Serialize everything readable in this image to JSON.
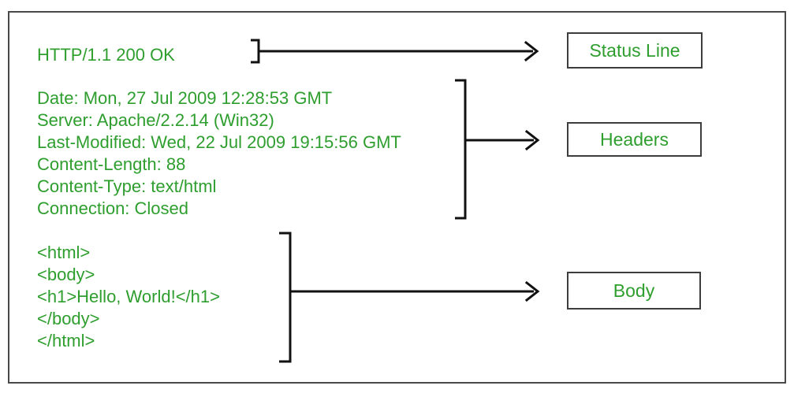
{
  "response": {
    "status_line": "HTTP/1.1 200 OK",
    "headers": [
      "Date: Mon, 27 Jul 2009 12:28:53 GMT",
      "Server: Apache/2.2.14 (Win32)",
      "Last-Modified: Wed, 22 Jul 2009 19:15:56 GMT",
      "Content-Length: 88",
      "Content-Type: text/html",
      "Connection: Closed"
    ],
    "body": [
      "<html>",
      "<body>",
      "<h1>Hello, World!</h1>",
      "</body>",
      "</html>"
    ]
  },
  "labels": {
    "status_line": "Status Line",
    "headers": "Headers",
    "body": "Body"
  },
  "colors": {
    "text_green": "#2e9e2e",
    "connector_black": "#111111",
    "box_border": "#3d3d3d",
    "frame_border": "#4a4a4a"
  }
}
